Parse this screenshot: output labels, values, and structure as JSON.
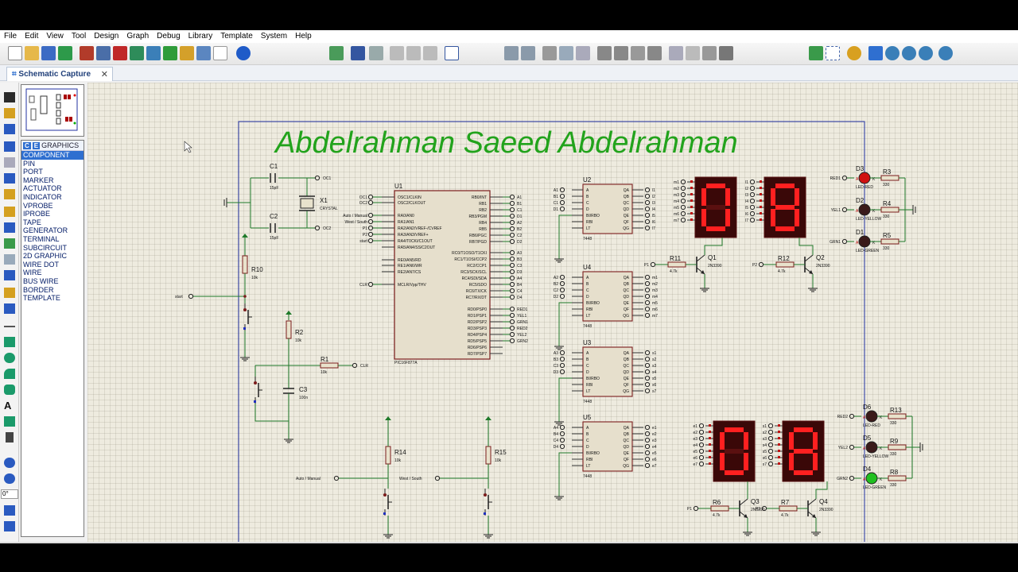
{
  "menu": [
    "File",
    "Edit",
    "View",
    "Tool",
    "Design",
    "Graph",
    "Debug",
    "Library",
    "Template",
    "System",
    "Help"
  ],
  "tab": {
    "title": "Schematic Capture",
    "close": "✕"
  },
  "objects": {
    "mode_c": "C",
    "mode_e": "E",
    "header": "GRAPHICS",
    "items": [
      "COMPONENT",
      "PIN",
      "PORT",
      "MARKER",
      "ACTUATOR",
      "INDICATOR",
      "VPROBE",
      "IPROBE",
      "TAPE",
      "GENERATOR",
      "TERMINAL",
      "SUBCIRCUIT",
      "2D GRAPHIC",
      "WIRE DOT",
      "WIRE",
      "BUS WIRE",
      "BORDER",
      "TEMPLATE"
    ]
  },
  "rotation_value": "0°",
  "schematic": {
    "title": "Abdelrahman Saeed Abdelrahman",
    "c1": "C1",
    "c1v": "15pF",
    "c2": "C2",
    "c2v": "15pF",
    "x1": "X1",
    "x1v": "CRYSTAL",
    "oc1": "OC1",
    "oc2": "OC2",
    "r10": "R10",
    "r10v": "10k",
    "r2": "R2",
    "r2v": "10k",
    "r1": "R1",
    "r1v": "10k",
    "c3": "C3",
    "c3v": "100n",
    "start": "start",
    "clr": "CLR",
    "r14": "R14",
    "r14v": "10k",
    "r15": "R15",
    "r15v": "10k",
    "auto_manual": "Auto / Manual",
    "west_south": "West / South",
    "u1": "U1",
    "u1type": "PIC16F877A",
    "u1_left_labels": [
      "OC1",
      "OC2",
      "Auto / Manual",
      "West / South",
      "P1",
      "P2",
      "start",
      "CLR"
    ],
    "u1_pins_left": [
      "OSC1/CLKIN",
      "OSC2/CLKOUT",
      "RA0/AN0",
      "RA1/AN1",
      "RA2/AN2/VREF-/CVREF",
      "RA3/AN3/VREF+",
      "RA4/T0CKI/C1OUT",
      "RA5/AN4/SS/C2OUT",
      "RE0/AN5/RD",
      "RE1/AN6/WR",
      "RE2/AN7/CS",
      "MCLR/Vpp/THV"
    ],
    "u1_pins_right": [
      "RB0/INT",
      "RB1",
      "RB2",
      "RB3/PGM",
      "RB4",
      "RB5",
      "RB6/PGC",
      "RB7/PGD",
      "RC0/T1OSO/T1CKI",
      "RC1/T1OSI/CCP2",
      "RC2/CCP1",
      "RC3/SCK/SCL",
      "RC4/SDI/SDA",
      "RC5/SDO",
      "RC6/TX/CK",
      "RC7/RX/DT",
      "RD0/PSP0",
      "RD1/PSP1",
      "RD2/PSP2",
      "RD3/PSP3",
      "RD4/PSP4",
      "RD5/PSP5",
      "RD6/PSP6",
      "RD7/PSP7"
    ],
    "u1_right_labels": [
      "A1",
      "B1",
      "C1",
      "D1",
      "A2",
      "B2",
      "C2",
      "D2",
      "A3",
      "B3",
      "C3",
      "D3",
      "A4",
      "B4",
      "C4",
      "D4",
      "RED1",
      "YEL1",
      "GRN1",
      "RED2",
      "YEL2",
      "GRN2"
    ],
    "decoder_type": "7448",
    "decoders": [
      {
        "name": "U2",
        "in": [
          "A1",
          "B1",
          "C1",
          "D1"
        ],
        "out": [
          "l1",
          "l2",
          "l3",
          "l4",
          "l5",
          "l6",
          "l7"
        ]
      },
      {
        "name": "U4",
        "in": [
          "A2",
          "B2",
          "C2",
          "D2"
        ],
        "out": [
          "m1",
          "m2",
          "m3",
          "m4",
          "m5",
          "m6",
          "m7"
        ]
      },
      {
        "name": "U3",
        "in": [
          "A3",
          "B3",
          "C3",
          "D3"
        ],
        "out": [
          "s1",
          "s2",
          "s3",
          "s4",
          "s5",
          "s6",
          "s7"
        ]
      },
      {
        "name": "U5",
        "in": [
          "A4",
          "B4",
          "C4",
          "D4"
        ],
        "out": [
          "e1",
          "e2",
          "e3",
          "e4",
          "e5",
          "e6",
          "e7"
        ]
      }
    ],
    "decoder_pins_in": [
      "A",
      "B",
      "C",
      "D",
      "BI/RBO",
      "RBI",
      "LT"
    ],
    "decoder_pins_out": [
      "QA",
      "QB",
      "QC",
      "QD",
      "QE",
      "QF",
      "QG"
    ],
    "digits_top": [
      "0",
      "8"
    ],
    "digits_bottom": [
      "0",
      "8"
    ],
    "seg_in_top1": [
      "m1",
      "m2",
      "m3",
      "m4",
      "m5",
      "m6",
      "m7"
    ],
    "seg_in_top2": [
      "l1",
      "l2",
      "l3",
      "l4",
      "l5",
      "l6",
      "l7"
    ],
    "seg_in_bot1": [
      "e1",
      "e2",
      "e3",
      "e4",
      "e5",
      "e6",
      "e7"
    ],
    "seg_in_bot2": [
      "s1",
      "s2",
      "s3",
      "s4",
      "s5",
      "s6",
      "s7"
    ],
    "q1": "Q1",
    "q2": "Q2",
    "q3": "Q3",
    "q4": "Q4",
    "qtype": "2N3390",
    "r11": "R11",
    "r12": "R12",
    "r6": "R6",
    "r7": "R7",
    "rv47": "4.7k",
    "p1": "P1",
    "p2": "P2",
    "leds1": [
      {
        "d": "D3",
        "net": "RED1",
        "type": "LED-RED",
        "r": "R3",
        "color": "#d01010"
      },
      {
        "d": "D2",
        "net": "YEL1",
        "type": "LED-YELLOW",
        "r": "R4",
        "color": "#3a1a1a"
      },
      {
        "d": "D1",
        "net": "GRN1",
        "type": "LED-GREEN",
        "r": "R5",
        "color": "#3a1a1a"
      }
    ],
    "leds2": [
      {
        "d": "D6",
        "net": "RED2",
        "type": "LED-RED",
        "r": "R13",
        "color": "#3a1a1a"
      },
      {
        "d": "D5",
        "net": "YEL2",
        "type": "LED-YELLOW",
        "r": "R9",
        "color": "#3a1a1a"
      },
      {
        "d": "D4",
        "net": "GRN2",
        "type": "LED-GREEN",
        "r": "R8",
        "color": "#20c020"
      }
    ],
    "r330": "330",
    "led_a": "A",
    "led_k": "K",
    "colors": {
      "wire": "#1f7a2a",
      "part": "#7b1c1c",
      "title": "#22a31c",
      "frame": "#2030a0",
      "seg_on": "#ff2020",
      "seg_bg": "#3a0808"
    }
  }
}
